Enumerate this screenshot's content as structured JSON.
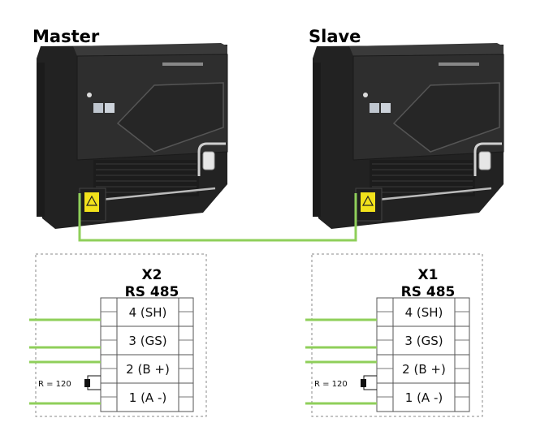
{
  "units": {
    "master": {
      "title": "Master"
    },
    "slave": {
      "title": "Slave"
    }
  },
  "blocks": {
    "left": {
      "connector": "X2",
      "bus": "RS 485",
      "resistor": "R = 120"
    },
    "right": {
      "connector": "X1",
      "bus": "RS 485",
      "resistor": "R = 120"
    }
  },
  "terminals": [
    "4 (SH)",
    "3 (GS)",
    "2 (B +)",
    "1 (A -)"
  ],
  "colors": {
    "wire": "#8fcf5a",
    "dashed_border": "#888888",
    "housing": "#2b2b2b",
    "warning_label": "#f2e21b"
  }
}
